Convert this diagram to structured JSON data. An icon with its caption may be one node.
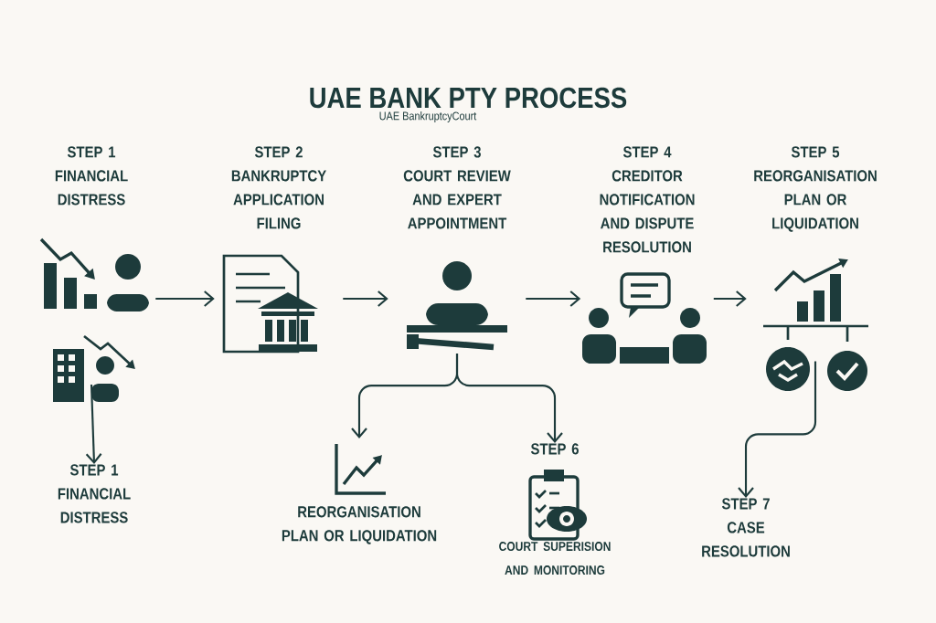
{
  "diagram": {
    "title": "UAE BANK PTY PROCESS",
    "nodes": [
      {
        "text": [
          "STEP 1",
          "FINANCIAL DISTRESS"
        ]
      },
      {
        "text": [
          "STEP 2",
          "BANKRUPTCY APPLICATION FILING"
        ]
      },
      {
        "text": [
          "STEP 3",
          "COURT REVIEW AND EXPERT APPOINTMENT"
        ]
      },
      {
        "text": [
          "STEP 4",
          "CREDITOR NOTIFICATION AND DISPUTE RESOLUTION"
        ]
      },
      {
        "text": [
          "STEP 5",
          "REORGANISATION PLAN OR LIQUIDATION"
        ]
      },
      {
        "text": [
          "STEP 1",
          "FINANCIAL DISTRESS"
        ]
      },
      {
        "text": [
          "REORGANISATION PLAN OR LIQUIDATION"
        ]
      },
      {
        "text": [
          "STEP 6",
          "COURT SUPERISION AND MONITORING"
        ]
      },
      {
        "text": [
          "STEP 7",
          "CASE RESOLUTION"
        ]
      }
    ],
    "edges": [
      {
        "from": 0,
        "to": 1,
        "arrow": "to"
      },
      {
        "from": 1,
        "to": 2,
        "arrow": "to"
      },
      {
        "from": 2,
        "to": 3,
        "arrow": "to"
      },
      {
        "from": 3,
        "to": 4,
        "arrow": "to"
      },
      {
        "from": 0,
        "to": 5,
        "arrow": "to"
      },
      {
        "from": 2,
        "to": 6,
        "arrow": "to"
      },
      {
        "from": 2,
        "to": 7,
        "arrow": "to"
      },
      {
        "from": 4,
        "to": 8,
        "arrow": "to"
      }
    ],
    "labels": [
      "UAE BankruptcyCourt"
    ]
  }
}
